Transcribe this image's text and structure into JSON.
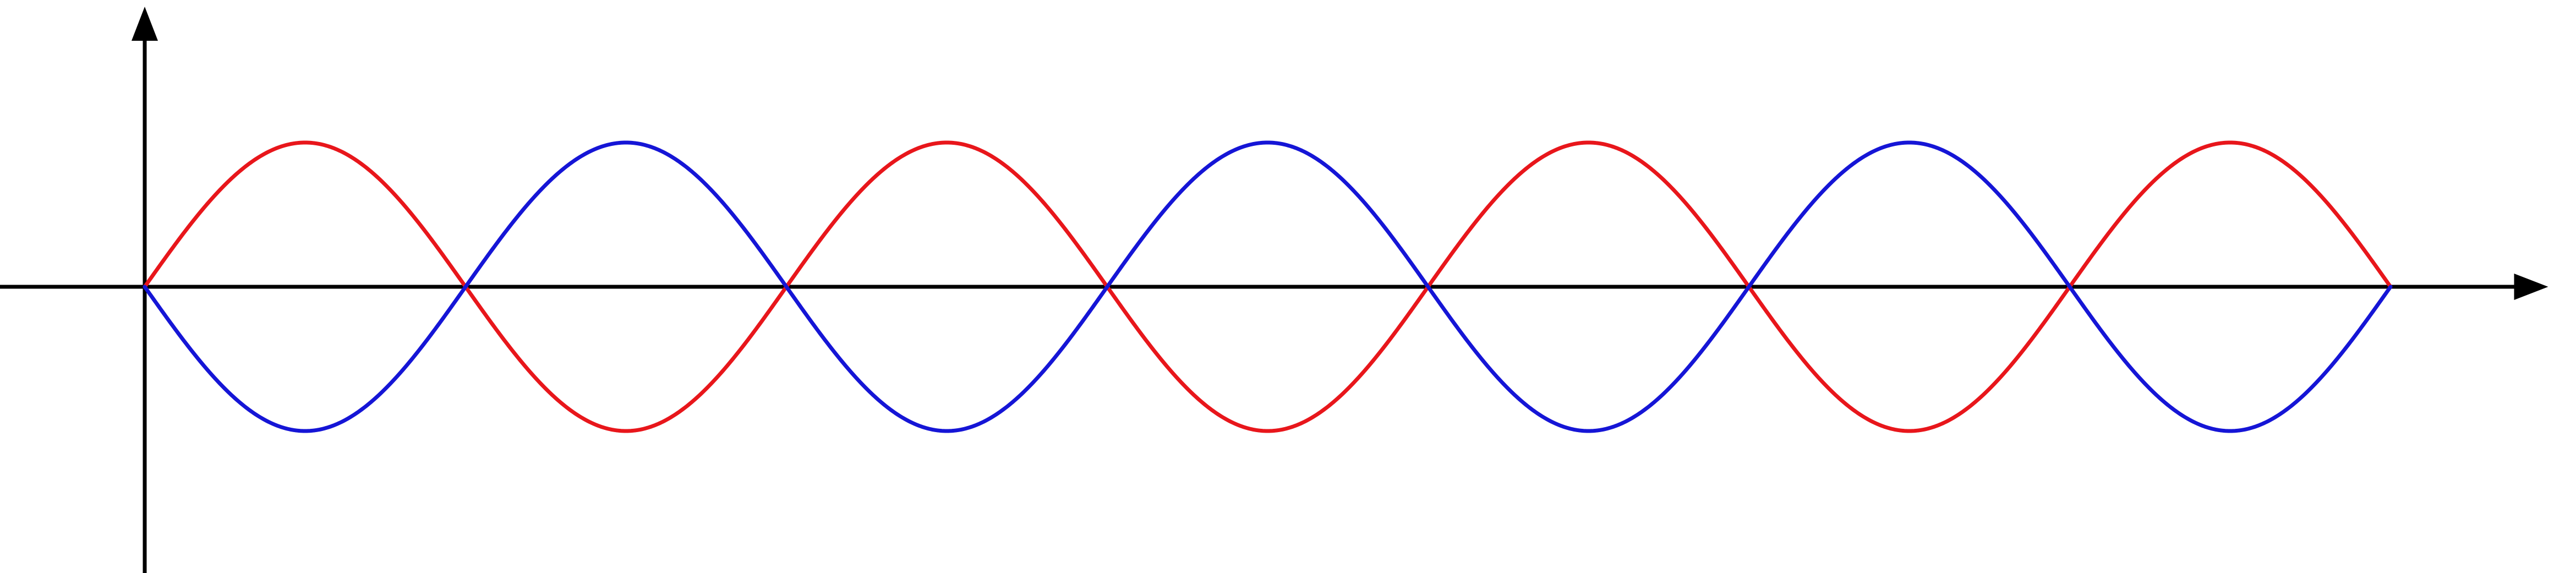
{
  "chart_data": {
    "type": "line",
    "title": "",
    "xlabel": "",
    "ylabel": "",
    "grid": false,
    "legend": "none",
    "xlim": [
      -1,
      15
    ],
    "ylim": [
      -2,
      1.95
    ],
    "x_extent": [
      0,
      14
    ],
    "series": [
      {
        "function": "sin",
        "amplitude": 1,
        "period": 4,
        "color": "#e8161b"
      },
      {
        "function": "sin",
        "amplitude": -1,
        "period": 4,
        "color": "#1515d6"
      }
    ],
    "crossings_x": [
      0,
      2,
      4,
      6,
      8,
      10,
      12,
      14
    ]
  }
}
